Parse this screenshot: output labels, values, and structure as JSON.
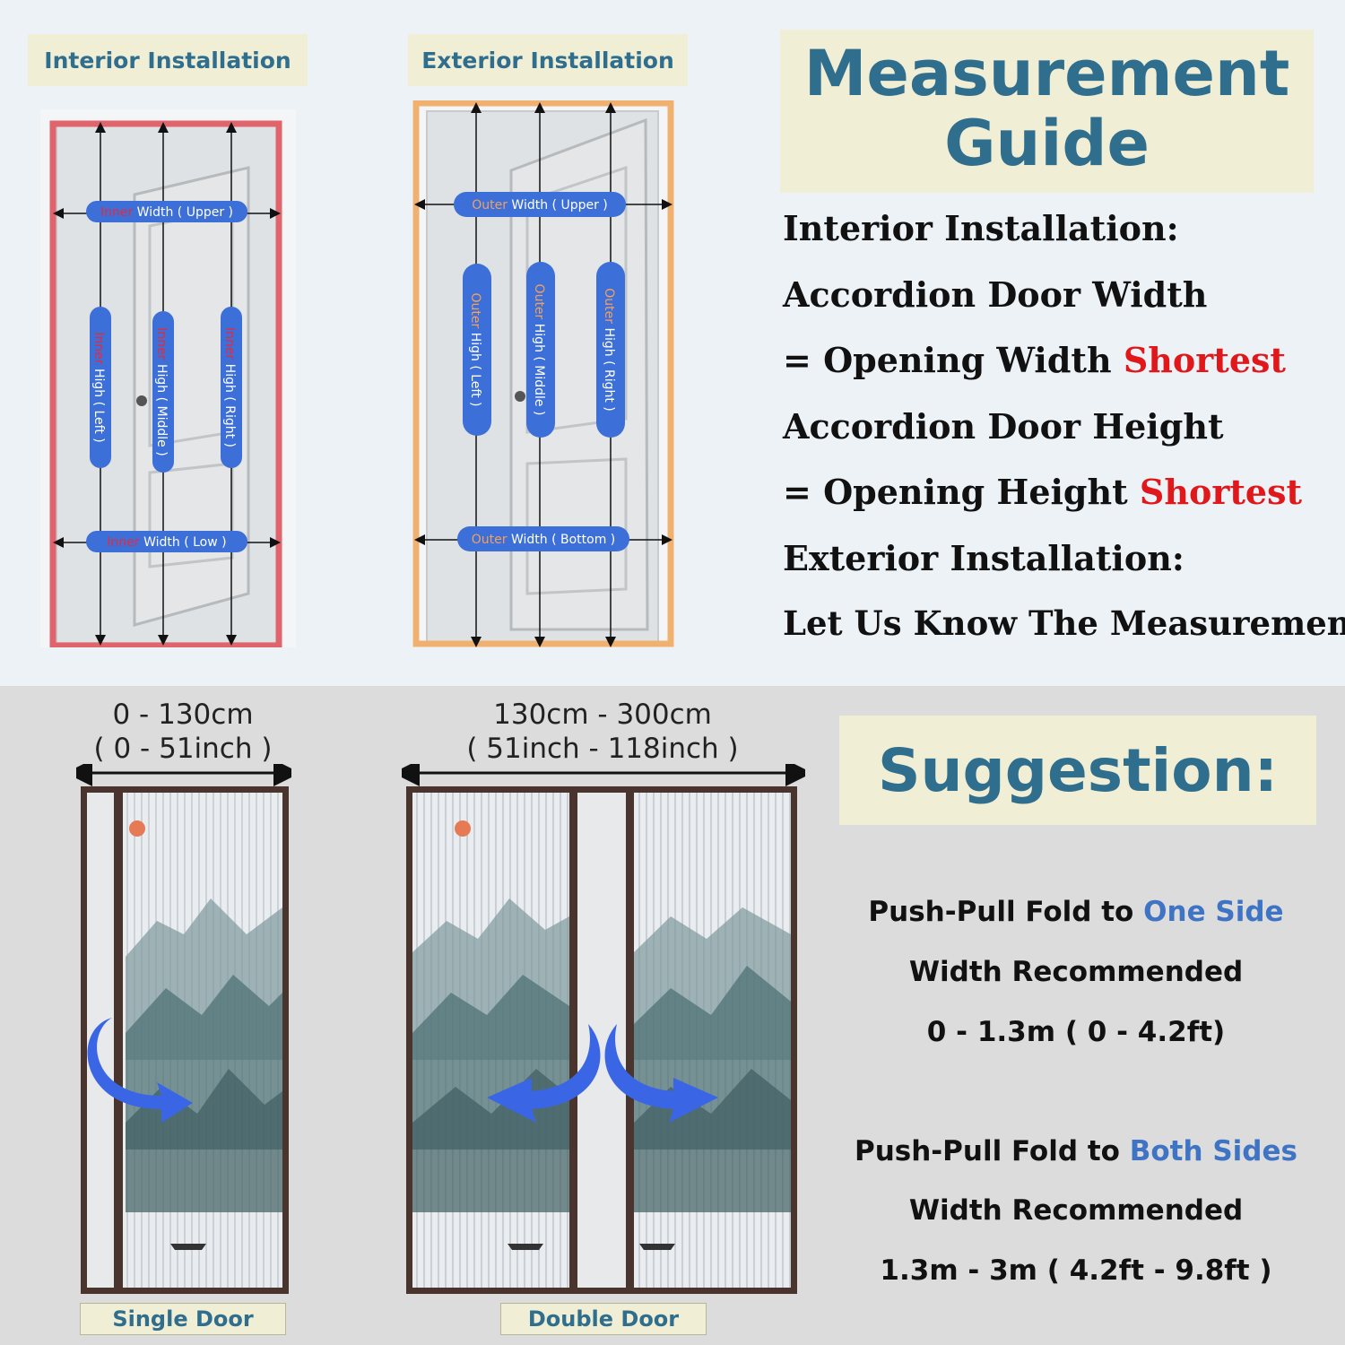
{
  "interior_tag": "Interior Installation",
  "exterior_tag": "Exterior Installation",
  "interior_labels": {
    "width_upper_prefix": "Inner",
    "width_upper_rest": " Width ( Upper )",
    "width_low_prefix": "Inner",
    "width_low_rest": " Width ( Low )",
    "high_left_prefix": "Inner",
    "high_left_rest": " High ( Left )",
    "high_middle_prefix": "Inner",
    "high_middle_rest": " High ( Middle )",
    "high_right_prefix": "Inner",
    "high_right_rest": " High ( Right )"
  },
  "exterior_labels": {
    "width_upper_prefix": "Outer",
    "width_upper_rest": " Width ( Upper )",
    "width_bottom_prefix": "Outer",
    "width_bottom_rest": " Width ( Bottom )",
    "high_left_prefix": "Outer",
    "high_left_rest": " High ( Left )",
    "high_middle_prefix": "Outer",
    "high_middle_rest": " High ( Middle )",
    "high_right_prefix": "Outer",
    "high_right_rest": " High ( Right )"
  },
  "title": {
    "line1": "Measurement",
    "line2": "Guide"
  },
  "guide": {
    "line1": "Interior Installation:",
    "line2": "Accordion Door Width",
    "line3_prefix": "= Opening Width ",
    "line3_highlight": "Shortest",
    "line4": "Accordion Door Height",
    "line5_prefix": "= Opening Height ",
    "line5_highlight": "Shortest",
    "line6": "Exterior Installation:",
    "line7": "Let Us Know The Measurements"
  },
  "single_width": {
    "cm": "0 - 130cm",
    "inch": "( 0 - 51inch )"
  },
  "double_width": {
    "cm": "130cm - 300cm",
    "inch": "( 51inch - 118inch )"
  },
  "suggestion_title": "Suggestion:",
  "suggestion": {
    "one_prefix": "Push-Pull Fold to ",
    "one_highlight": "One Side",
    "one_rec": "Width Recommended",
    "one_range": "0 - 1.3m ( 0 - 4.2ft)",
    "both_prefix": "Push-Pull Fold to ",
    "both_highlight": "Both Sides",
    "both_rec": "Width Recommended",
    "both_range": "1.3m - 3m ( 4.2ft - 9.8ft )"
  },
  "captions": {
    "single": "Single Door",
    "double": "Double Door"
  },
  "colors": {
    "tag_bg": "#f1eed6",
    "tag_text": "#2f6e8d",
    "interior_frame": "#e0646c",
    "exterior_frame": "#f0b170",
    "pill": "#3d6fd8",
    "arrow": "#3a66e6",
    "highlight_red": "#e0181b",
    "highlight_blue": "#3f74c4",
    "door_frame": "#4a342e"
  }
}
